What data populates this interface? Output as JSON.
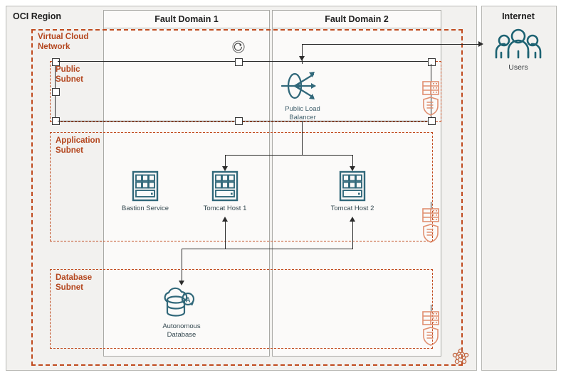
{
  "diagram": {
    "title": "OCI Region architecture",
    "colors": {
      "teal": "#31687a",
      "oracle_red": "#c04a1e",
      "subnet_label": "#b4471f",
      "salmon": "#e08f70",
      "connector": "#2b2b2b",
      "panel_bg": "#f2f1ef",
      "inner_bg": "#fbfaf9"
    }
  },
  "region": {
    "label": "OCI Region"
  },
  "internet": {
    "label": "Internet"
  },
  "vcn": {
    "label_line1": "Virtual Cloud",
    "label_line2": "Network"
  },
  "fault_domains": [
    {
      "label": "Fault Domain 1"
    },
    {
      "label": "Fault Domain 2"
    }
  ],
  "subnets": [
    {
      "id": "public",
      "label_line1": "Public",
      "label_line2": "Subnet"
    },
    {
      "id": "application",
      "label_line1": "Application",
      "label_line2": "Subnet"
    },
    {
      "id": "database",
      "label_line1": "Database",
      "label_line2": "Subnet"
    }
  ],
  "nodes": [
    {
      "id": "users",
      "label": "Users",
      "icon": "users-icon"
    },
    {
      "id": "lb",
      "label_line1": "Public Load",
      "label_line2": "Balancer",
      "icon": "load-balancer-icon"
    },
    {
      "id": "bastion",
      "label": "Bastion Service",
      "icon": "server-icon"
    },
    {
      "id": "tomcat1",
      "label": "Tomcat Host 1",
      "icon": "server-icon"
    },
    {
      "id": "tomcat2",
      "label": "Tomcat Host 2",
      "icon": "server-icon"
    },
    {
      "id": "adb",
      "label_line1": "Autonomous",
      "label_line2": "Database",
      "icon": "autonomous-database-icon"
    }
  ],
  "network_icons": [
    {
      "id": "route-table-public",
      "icon": "route-table-icon",
      "subnet": "public"
    },
    {
      "id": "security-list-public",
      "icon": "security-list-icon",
      "subnet": "public"
    },
    {
      "id": "route-table-app",
      "icon": "route-table-icon",
      "subnet": "application"
    },
    {
      "id": "security-list-app",
      "icon": "security-list-icon",
      "subnet": "application"
    },
    {
      "id": "route-table-db",
      "icon": "route-table-icon",
      "subnet": "database"
    },
    {
      "id": "security-list-db",
      "icon": "security-list-icon",
      "subnet": "database"
    },
    {
      "id": "internet-gateway",
      "icon": "internet-gateway-icon",
      "subnet": "public"
    },
    {
      "id": "vcn-badge",
      "icon": "vcn-mesh-icon",
      "subnet": "vcn"
    }
  ]
}
